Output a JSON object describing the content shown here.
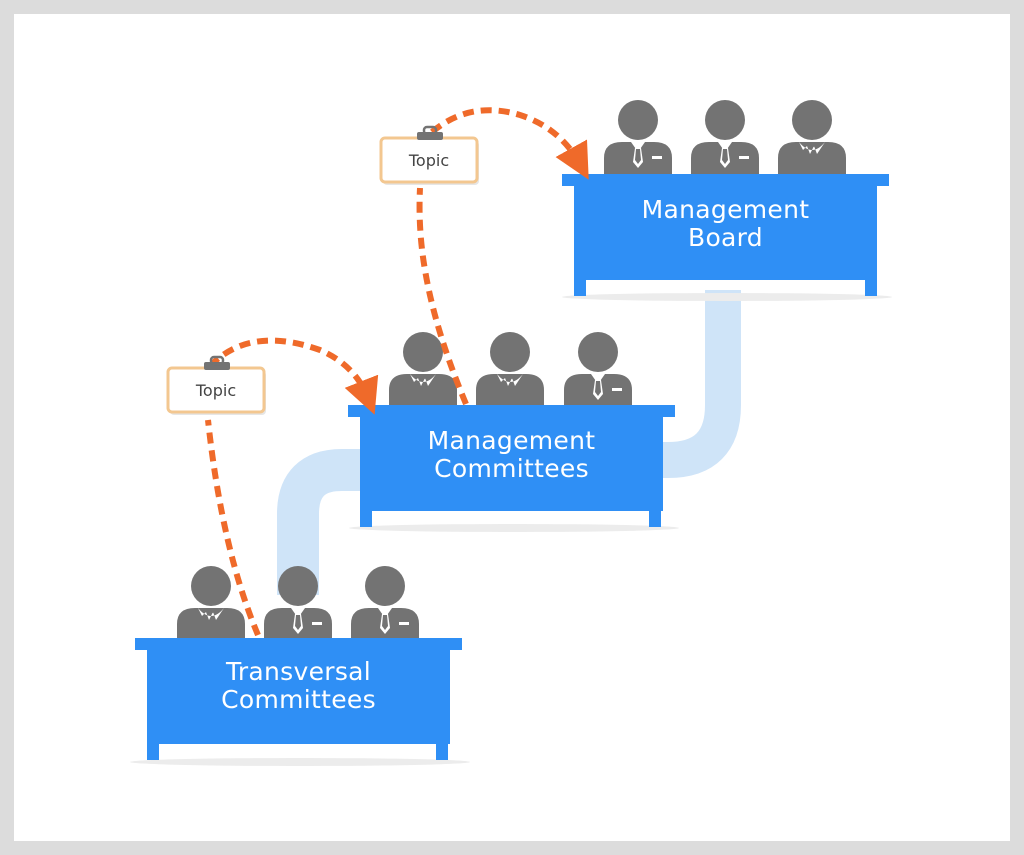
{
  "colors": {
    "background_frame": "#dcdcdc",
    "desk": "#2f8ff5",
    "connector": "#cfe4f8",
    "person": "#737373",
    "arrow": "#ef6a2a",
    "topic_border": "#f3c790"
  },
  "desks": [
    {
      "label": "Management\nBoard"
    },
    {
      "label": "Management\nCommittees"
    },
    {
      "label": "Transversal\nCommittees"
    }
  ],
  "topics": [
    {
      "label": "Topic"
    },
    {
      "label": "Topic"
    }
  ],
  "icons": [
    "person-icon",
    "clipboard-clip-icon",
    "arrow-icon"
  ]
}
